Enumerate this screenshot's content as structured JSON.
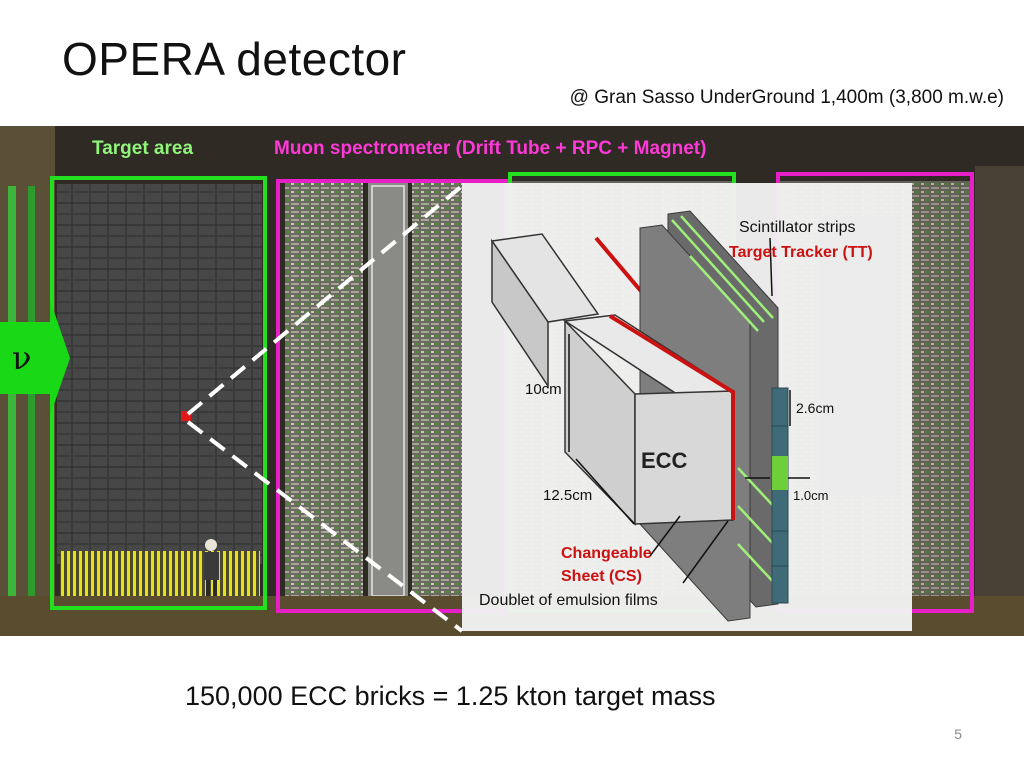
{
  "slide": {
    "title": "OPERA detector",
    "location": "@ Gran Sasso UnderGround 1,400m (3,800 m.w.e)",
    "footer": "150,000 ECC bricks = 1.25 kton target mass",
    "page_number": "5"
  },
  "photo": {
    "target_area_label": "Target area",
    "muon_spectrometer_label": "Muon spectrometer (Drift Tube + RPC + Magnet)",
    "neutrino_symbol": "ν"
  },
  "diagram": {
    "tt_line1": "Scintillator strips",
    "tt_line2": "Target Tracker (TT)",
    "dim_height": "10cm",
    "dim_depth": "12.5cm",
    "dim_strip": "2.6cm",
    "dim_gap": "1.0cm",
    "ecc_label": "ECC",
    "cs_line1": "Changeable",
    "cs_line2": "Sheet (CS)",
    "doublet_label": "Doublet of emulsion films"
  },
  "colors": {
    "target_box": "#22e01f",
    "spectrometer_box": "#e81fc9",
    "tt_red": "#cc1111",
    "neutrino_arrow": "#19d816"
  }
}
